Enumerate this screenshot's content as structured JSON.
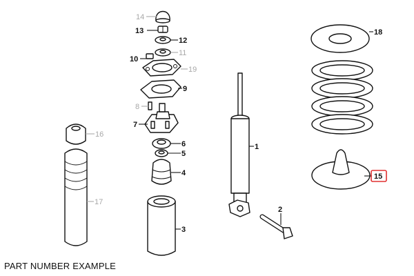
{
  "caption": "PART NUMBER EXAMPLE",
  "colors": {
    "callout_active": "#111111",
    "callout_inactive": "#a8a8a8",
    "highlight": "#e03030"
  },
  "callouts": [
    {
      "id": "14",
      "label": "14",
      "style": "grey"
    },
    {
      "id": "13",
      "label": "13",
      "style": "bold"
    },
    {
      "id": "12",
      "label": "12",
      "style": "bold"
    },
    {
      "id": "11",
      "label": "11",
      "style": "grey"
    },
    {
      "id": "10",
      "label": "10",
      "style": "bold"
    },
    {
      "id": "19",
      "label": "19",
      "style": "grey"
    },
    {
      "id": "9",
      "label": "9",
      "style": "bold"
    },
    {
      "id": "8",
      "label": "8",
      "style": "grey"
    },
    {
      "id": "7",
      "label": "7",
      "style": "bold"
    },
    {
      "id": "16",
      "label": "16",
      "style": "grey"
    },
    {
      "id": "6",
      "label": "6",
      "style": "bold"
    },
    {
      "id": "5",
      "label": "5",
      "style": "bold"
    },
    {
      "id": "4",
      "label": "4",
      "style": "bold"
    },
    {
      "id": "17",
      "label": "17",
      "style": "grey"
    },
    {
      "id": "3",
      "label": "3",
      "style": "bold"
    },
    {
      "id": "1",
      "label": "1",
      "style": "bold"
    },
    {
      "id": "2",
      "label": "2",
      "style": "bold"
    },
    {
      "id": "18",
      "label": "18",
      "style": "bold"
    },
    {
      "id": "15",
      "label": "15",
      "style": "bold",
      "highlighted": true
    }
  ]
}
